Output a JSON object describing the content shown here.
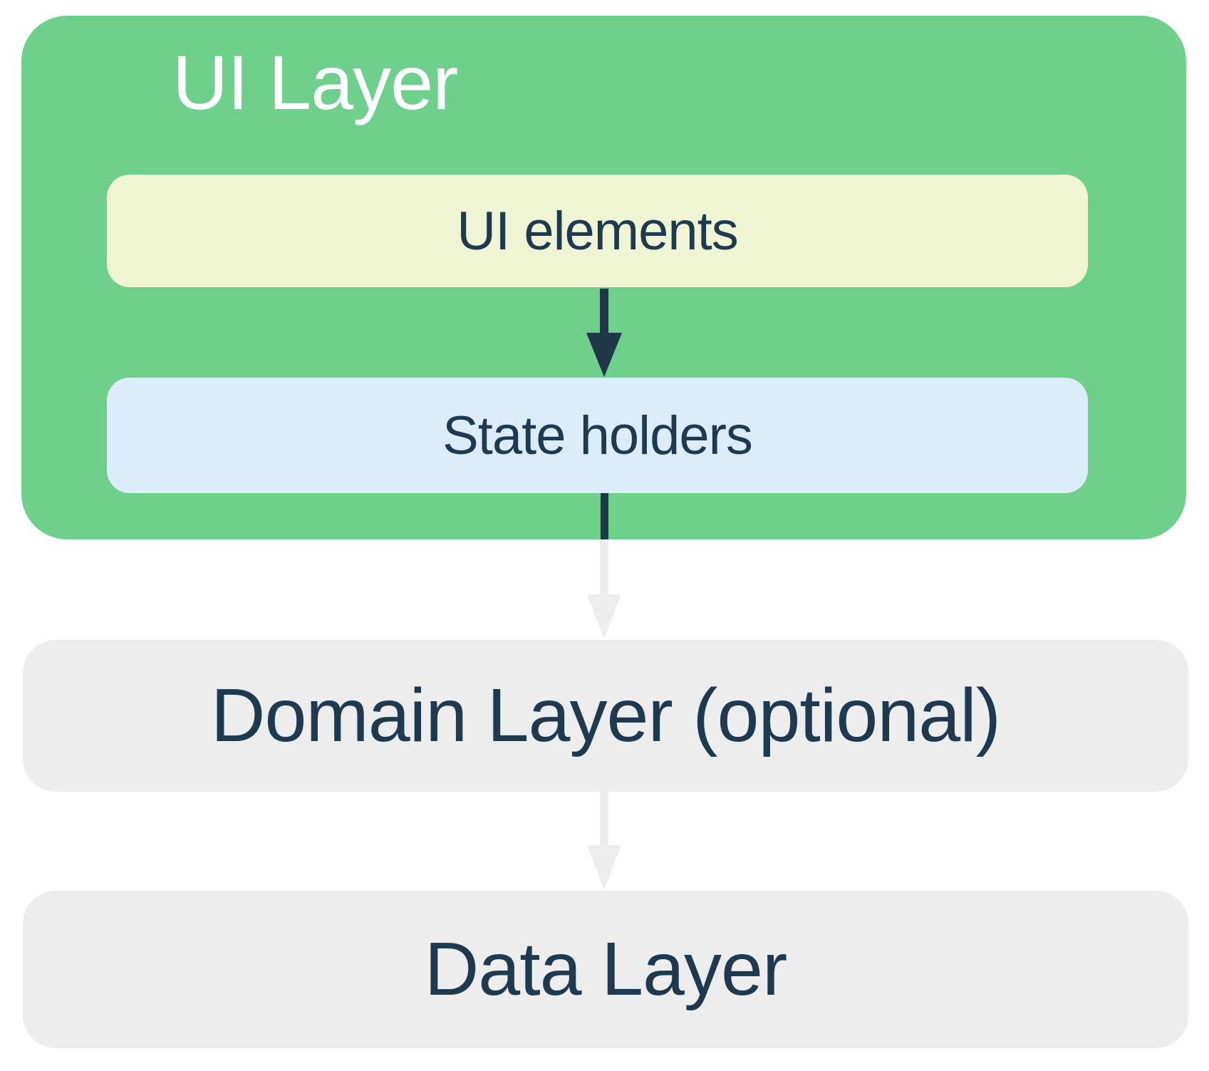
{
  "colors": {
    "background": "#ffffff",
    "ui_layer_bg": "#6fd08b",
    "ui_elements_bg": "#eff5d2",
    "state_holders_bg": "#dbecfb",
    "layer_box_bg": "#ededed",
    "gray_arrow": "#ededed",
    "dark_arrow": "#203748",
    "text_dark": "#1d3a50",
    "title_text": "#ffffff"
  },
  "ui_layer": {
    "title": "UI Layer",
    "ui_elements_label": "UI elements",
    "state_holders_label": "State holders"
  },
  "domain_layer": {
    "label": "Domain Layer (optional)"
  },
  "data_layer": {
    "label": "Data Layer"
  },
  "icons": {
    "ui_elements_to_state_holders": "arrow-down-dark",
    "state_holders_to_domain_layer": "arrow-down-gray",
    "domain_layer_to_data_layer": "arrow-down-gray"
  }
}
